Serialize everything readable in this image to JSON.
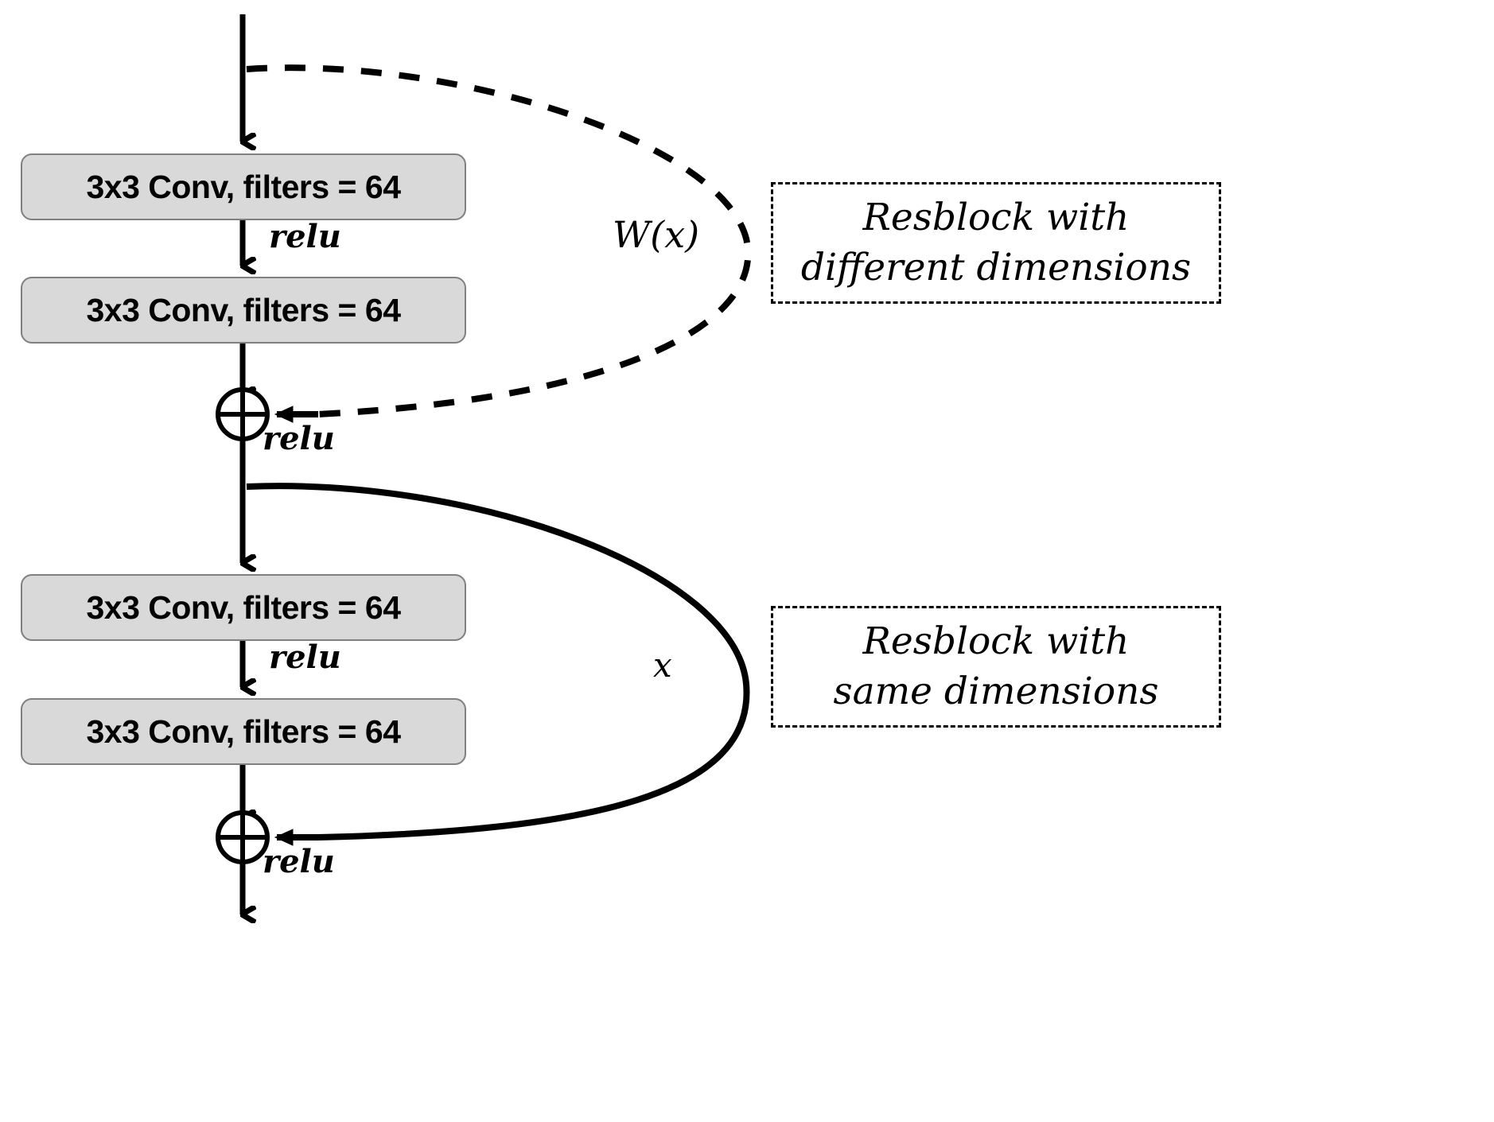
{
  "diagram": {
    "title": "Residual block (ResNet) architecture diagram",
    "colors": {
      "box_fill": "#d9d9d9",
      "box_border": "#808080",
      "line": "#000000",
      "background": "#ffffff"
    },
    "conv_blocks": [
      {
        "id": "conv1",
        "label": "3x3 Conv, filters = 64"
      },
      {
        "id": "conv2",
        "label": "3x3 Conv, filters = 64"
      },
      {
        "id": "conv3",
        "label": "3x3 Conv, filters = 64"
      },
      {
        "id": "conv4",
        "label": "3x3 Conv, filters = 64"
      }
    ],
    "activations": [
      {
        "id": "relu1",
        "label": "relu"
      },
      {
        "id": "relu2",
        "label": "relu"
      },
      {
        "id": "relu3",
        "label": "relu"
      },
      {
        "id": "relu4",
        "label": "relu"
      }
    ],
    "skip_connections": [
      {
        "id": "skip-projection",
        "label": "W(x)",
        "style": "dashed"
      },
      {
        "id": "skip-identity",
        "label": "x",
        "style": "solid"
      }
    ],
    "add_nodes": [
      {
        "id": "add1",
        "symbol": "+"
      },
      {
        "id": "add2",
        "symbol": "+"
      }
    ],
    "legend": [
      {
        "id": "legend-different",
        "line1": "Resblock with",
        "line2": "different dimensions"
      },
      {
        "id": "legend-same",
        "line1": "Resblock with",
        "line2": "same dimensions"
      }
    ]
  }
}
